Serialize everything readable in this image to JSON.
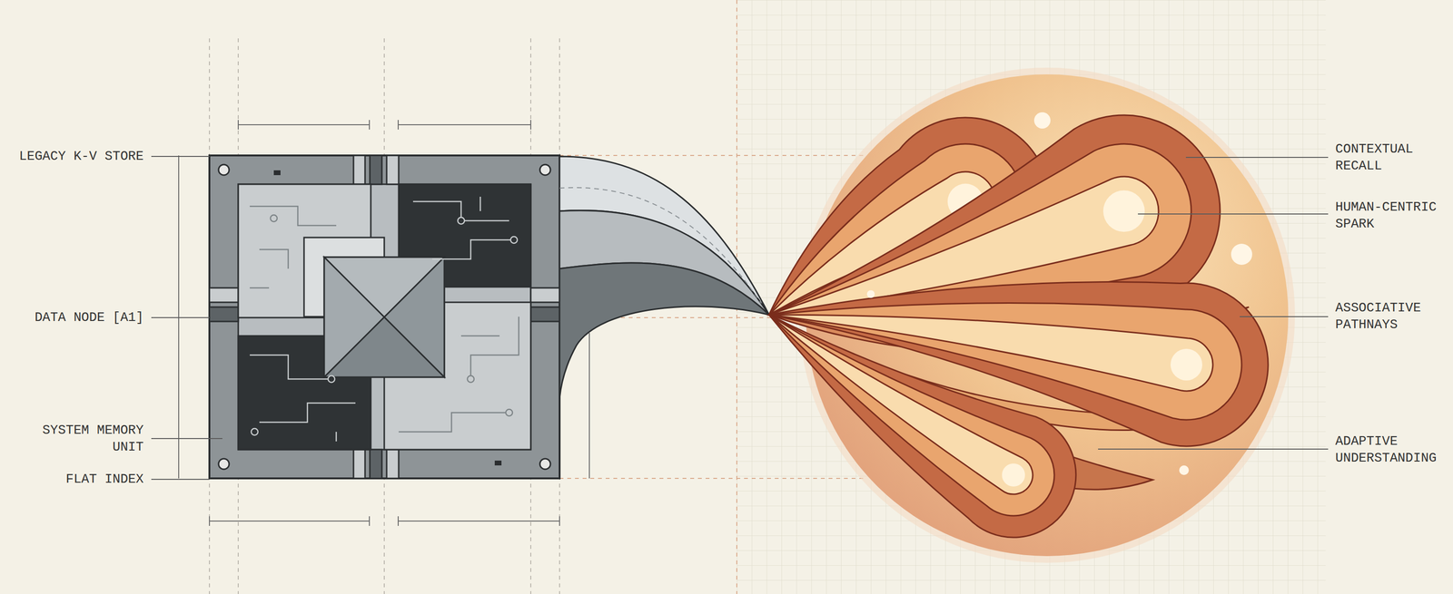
{
  "diagram": {
    "labels": [
      "LEGACY K-V STORE",
      "DATA NODE [A1]",
      "SYSTEM MEMORY UNIT",
      "FLAT INDEX",
      "CONTEXTUAL RECALL",
      "HUMAN-CENTRIC SPARK",
      "ASSOCIATIVE PATHNAYS",
      "ADAPTIVE UNDERSTANDING"
    ]
  }
}
